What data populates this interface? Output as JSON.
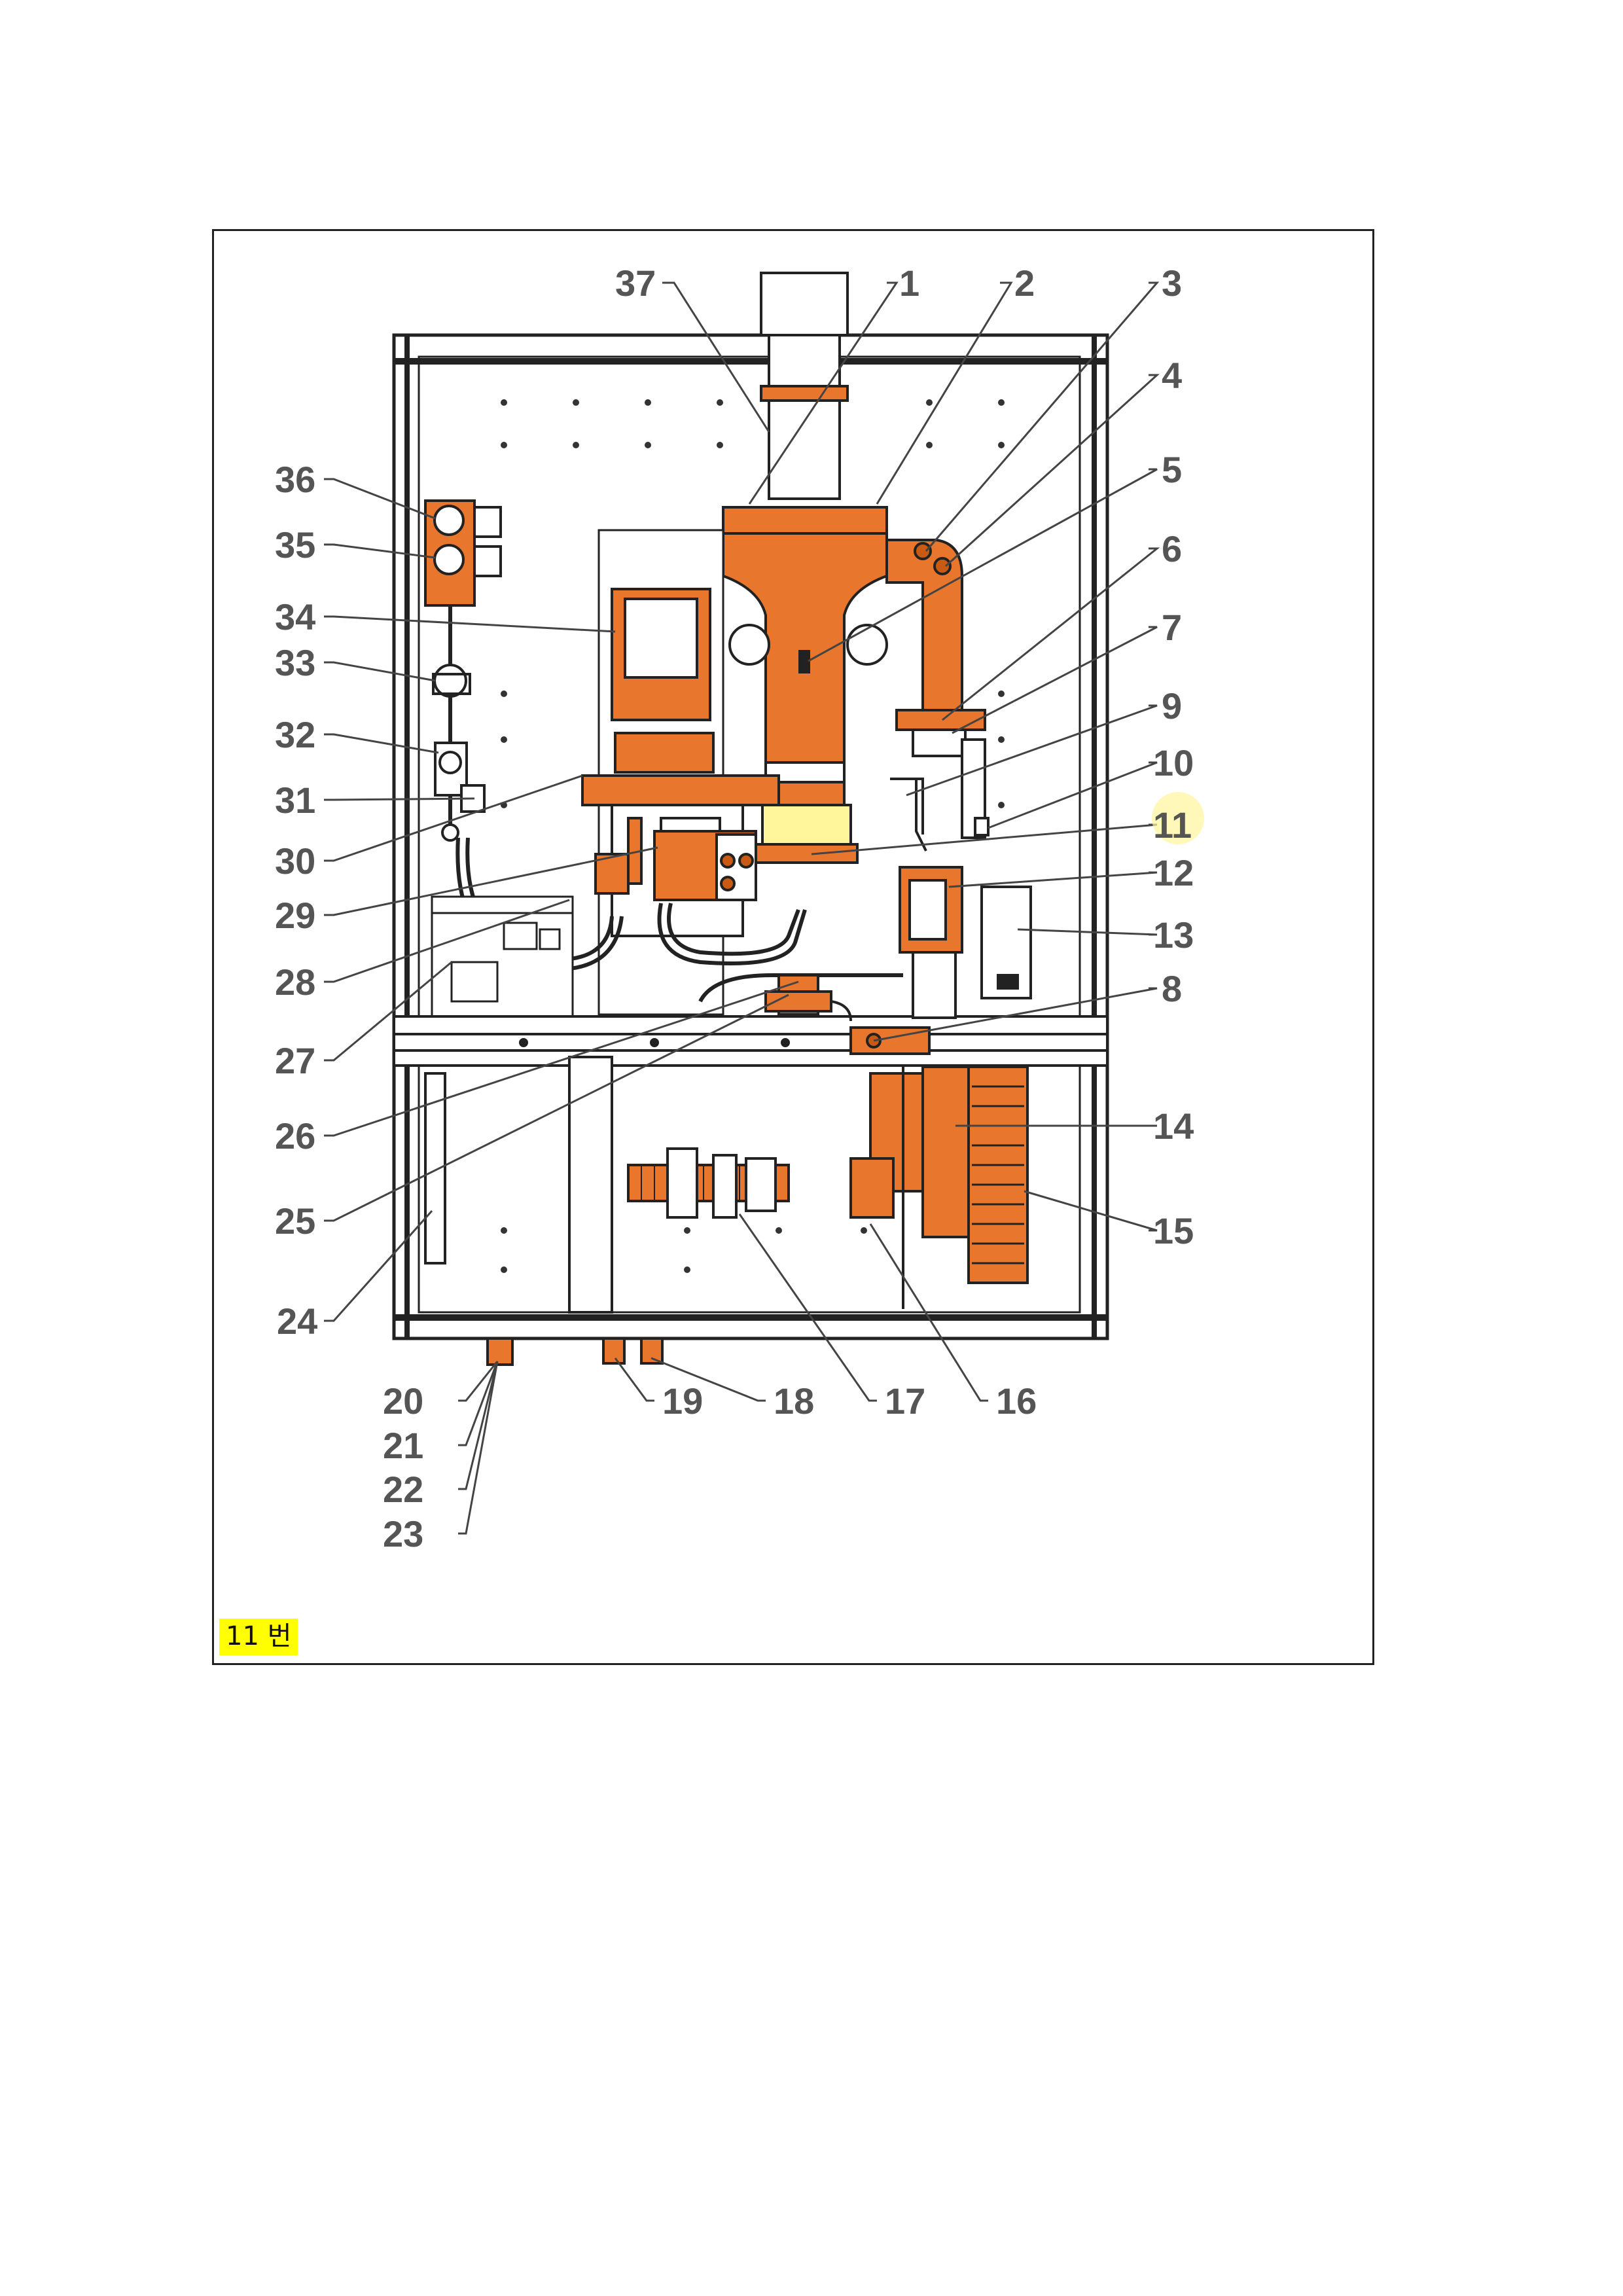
{
  "callouts": [
    "1",
    "2",
    "3",
    "4",
    "5",
    "6",
    "7",
    "8",
    "9",
    "10",
    "11",
    "12",
    "13",
    "14",
    "15",
    "16",
    "17",
    "18",
    "19",
    "20",
    "21",
    "22",
    "23",
    "24",
    "25",
    "26",
    "27",
    "28",
    "29",
    "30",
    "31",
    "32",
    "33",
    "34",
    "35",
    "36",
    "37"
  ],
  "note": "11 번",
  "colors": {
    "line": "#222222",
    "part": "#e8762c",
    "part_dark": "#c95a14",
    "callout_text": "#555555",
    "leader": "#444444",
    "highlight": "#ffff00"
  }
}
